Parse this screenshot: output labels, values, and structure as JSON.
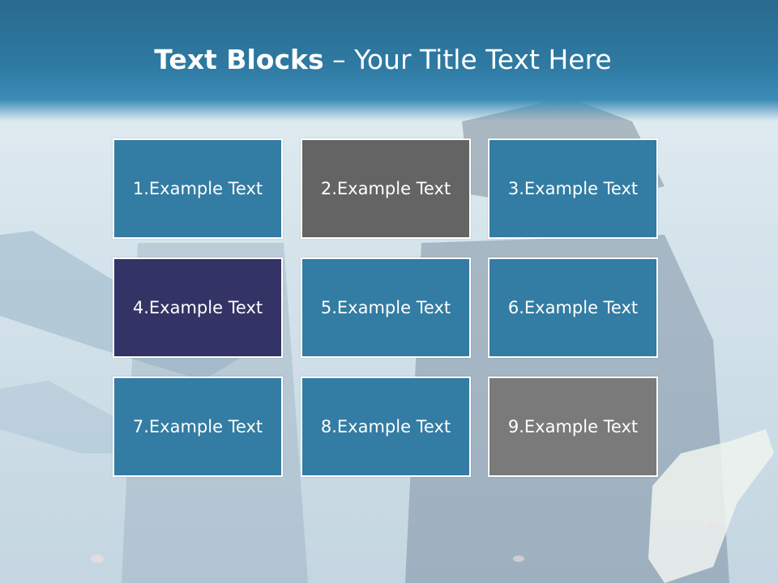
{
  "title": {
    "bold": "Text Blocks",
    "dash": " – ",
    "rest": "Your Title Text Here"
  },
  "blocks": [
    {
      "label": "1.Example Text",
      "color": "#337ca3"
    },
    {
      "label": "2.Example Text",
      "color": "#646464"
    },
    {
      "label": "3.Example Text",
      "color": "#337ca3"
    },
    {
      "label": "4.Example Text",
      "color": "#343366"
    },
    {
      "label": "5.Example Text",
      "color": "#337ca3"
    },
    {
      "label": "6.Example Text",
      "color": "#337ca3"
    },
    {
      "label": "7.Example Text",
      "color": "#337ca3"
    },
    {
      "label": "8.Example Text",
      "color": "#337ca3"
    },
    {
      "label": "9.Example Text",
      "color": "#7a7a7a"
    }
  ],
  "colors": {
    "header": "#2e7aa3",
    "background": "#d6e4ec"
  }
}
